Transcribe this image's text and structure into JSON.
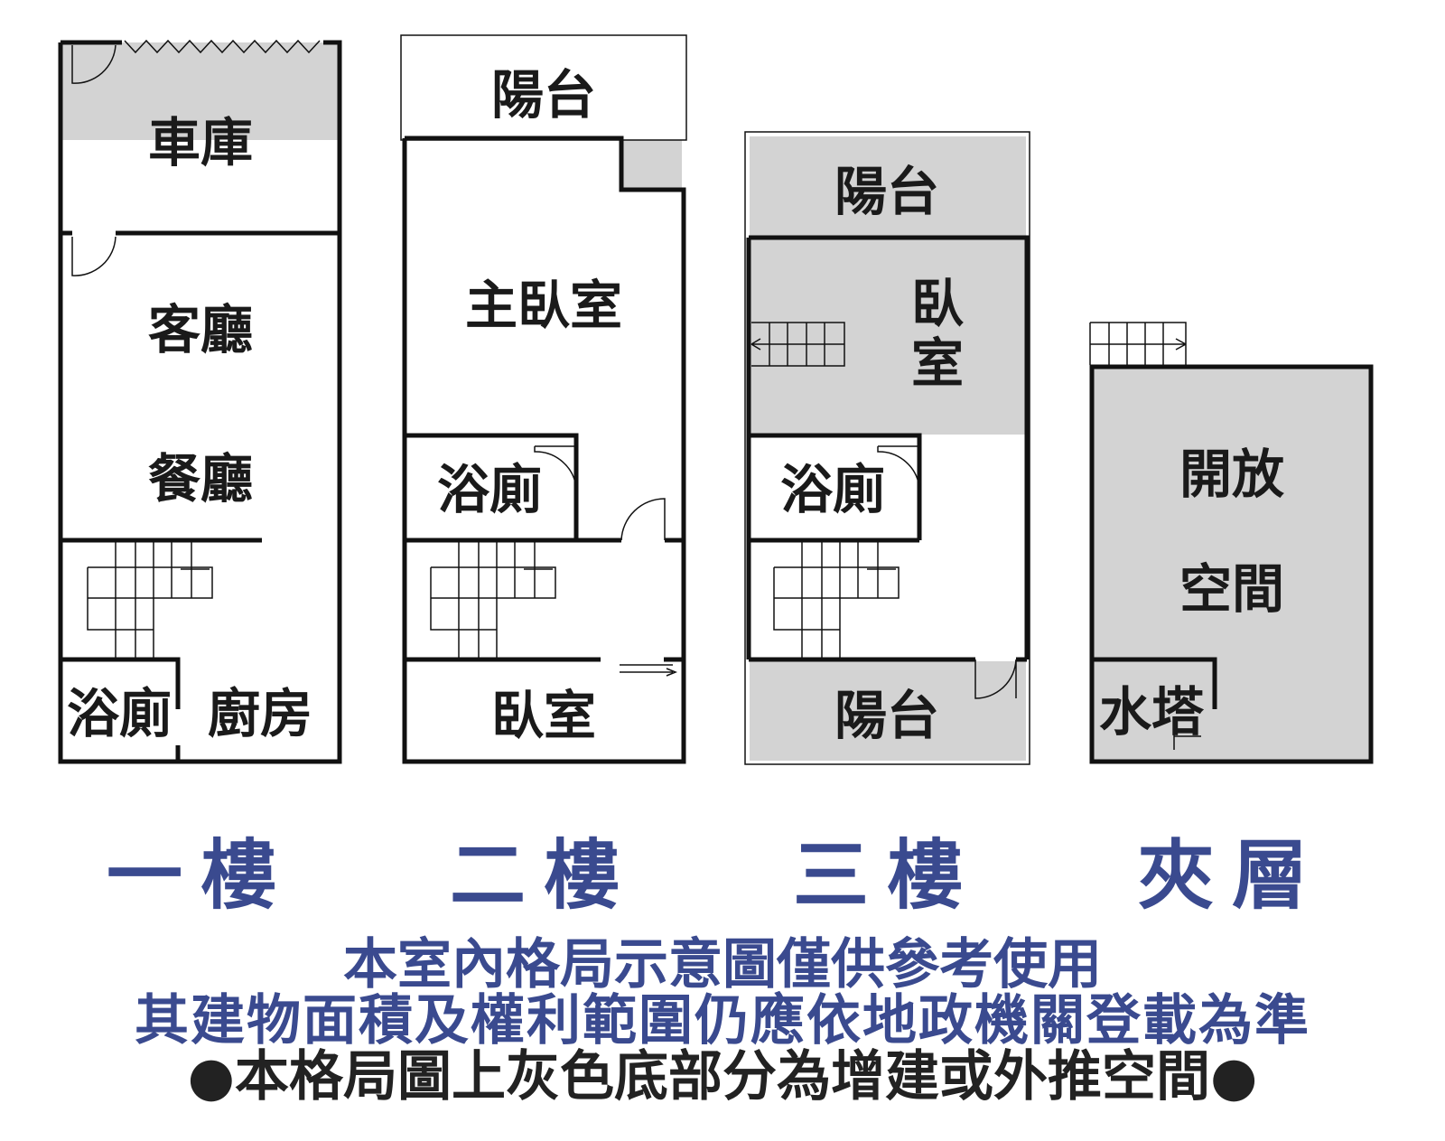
{
  "floors": [
    {
      "label": "一樓",
      "rooms": {
        "garage": "車庫",
        "living": "客廳",
        "dining": "餐廳",
        "bath": "浴廁",
        "kitchen": "廚房"
      }
    },
    {
      "label": "二樓",
      "rooms": {
        "balcony": "陽台",
        "master": "主臥室",
        "bath": "浴廁",
        "bedroom": "臥室"
      }
    },
    {
      "label": "三樓",
      "rooms": {
        "balcony_top": "陽台",
        "bedroom_1": "臥",
        "bedroom_2": "室",
        "bath": "浴廁",
        "balcony_bottom": "陽台"
      }
    },
    {
      "label": "夾層",
      "rooms": {
        "open_1": "開放",
        "open_2": "空間",
        "water_tower": "水塔"
      }
    }
  ],
  "notes": {
    "line1": "本室內格局示意圖僅供參考使用",
    "line2": "其建物面積及權利範圍仍應依地政機關登載為準",
    "line3": "●本格局圖上灰色底部分為增建或外推空間●"
  },
  "colors": {
    "accent": "#3a4a8f",
    "gray_area": "#d3d3d3"
  }
}
